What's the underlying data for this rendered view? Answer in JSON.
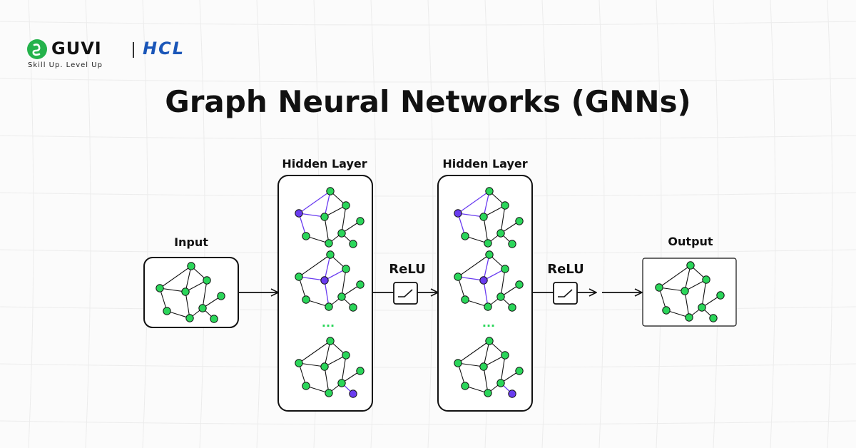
{
  "brand": {
    "name": "GUVI",
    "partner": "HCL",
    "tagline": "Skill Up. Level Up"
  },
  "title": "Graph Neural Networks (GNNs)",
  "stages": {
    "input": "Input",
    "hidden1": "Hidden Layer",
    "activation1": "ReLU",
    "hidden2": "Hidden Layer",
    "activation2": "ReLU",
    "output": "Output"
  },
  "ellipsis": "...",
  "colors": {
    "node": "#2bd65a",
    "highlight": "#6a3cf0",
    "edge": "#111111",
    "brand_green": "#24b24b",
    "brand_blue": "#1a56b8"
  }
}
